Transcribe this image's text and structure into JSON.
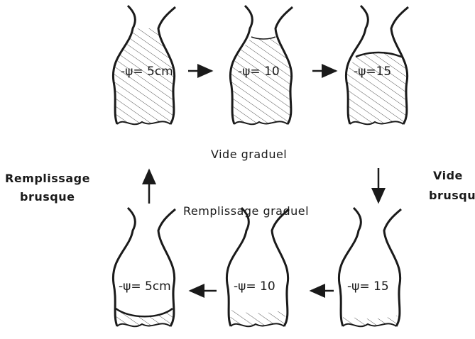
{
  "labels": {
    "vide_graduel": "Vide graduel",
    "remplissage_graduel": "Remplissage graduel",
    "remplissage_brusque_line1": "Remplissage",
    "remplissage_brusque_line2": "brusque",
    "vide_brusque_line1": "Vide",
    "vide_brusque_line2": "brusque"
  },
  "top_row": [
    {
      "label": "-ψ= 5cm"
    },
    {
      "label": "-ψ= 10"
    },
    {
      "label": "-ψ=15"
    }
  ],
  "bottom_row": [
    {
      "label": "-ψ= 5cm"
    },
    {
      "label": "-ψ= 10"
    },
    {
      "label": "-ψ= 15"
    }
  ],
  "colors": {
    "ink": "#1a1a1a",
    "hatch": "#555555",
    "paper": "#ffffff"
  }
}
